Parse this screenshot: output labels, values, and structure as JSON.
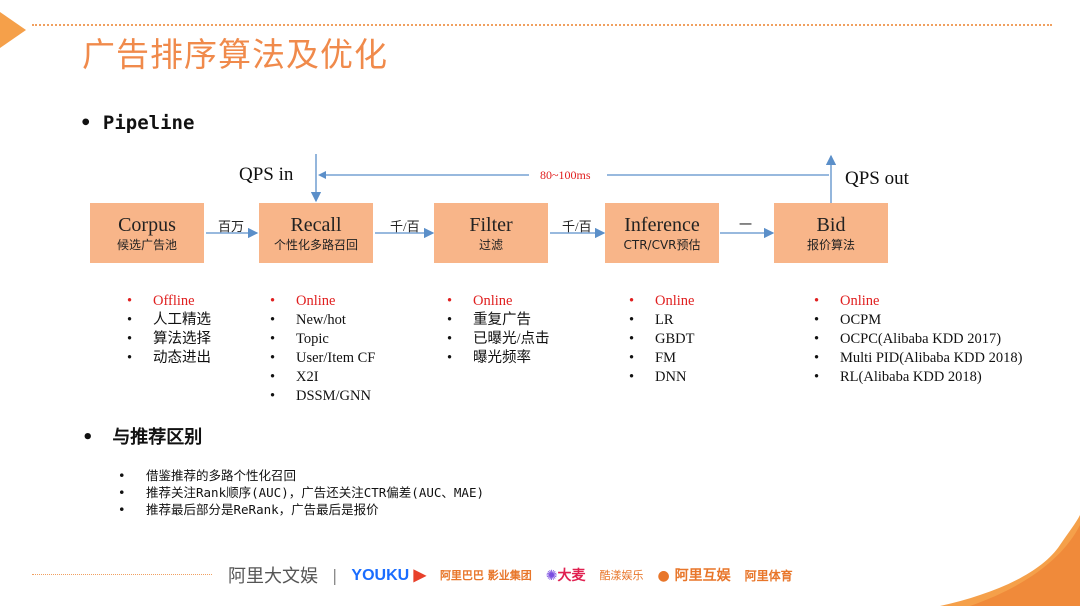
{
  "slide_title": "广告排序算法及优化",
  "pipeline_heading": "Pipeline",
  "qps_in": "QPS in",
  "qps_out": "QPS out",
  "latency": "80~100ms",
  "stages": [
    {
      "name": "Corpus",
      "sub": "候选广告池"
    },
    {
      "name": "Recall",
      "sub": "个性化多路召回"
    },
    {
      "name": "Filter",
      "sub": "过滤"
    },
    {
      "name": "Inference",
      "sub": "CTR/CVR预估"
    },
    {
      "name": "Bid",
      "sub": "报价算法"
    }
  ],
  "edge_labels": [
    "百万",
    "千/百",
    "千/百",
    "一"
  ],
  "lists": [
    [
      "Offline",
      "人工精选",
      "算法选择",
      "动态进出"
    ],
    [
      "Online",
      "New/hot",
      "Topic",
      "User/Item CF",
      "X2I",
      "DSSM/GNN"
    ],
    [
      "Online",
      "重复广告",
      "已曝光/点击",
      "曝光频率"
    ],
    [
      "Online",
      "LR",
      "GBDT",
      "FM",
      "DNN"
    ],
    [
      "Online",
      "OCPM",
      "OCPC(Alibaba KDD 2017)",
      "Multi PID(Alibaba KDD 2018)",
      "RL(Alibaba KDD 2018)"
    ]
  ],
  "diff_heading": "与推荐区别",
  "diff_items": [
    "借鉴推荐的多路个性化召回",
    "推荐关注Rank顺序(AUC)，广告还关注CTR偏差(AUC、MAE)",
    "推荐最后部分是ReRank，广告最后是报价"
  ],
  "footer": {
    "alibaba_wenyu": "阿里大文娱",
    "sep": "|",
    "youku": "YOUKU",
    "pictures": "阿里巴巴 影业集团",
    "damai": "大麦",
    "game": "酷漾娱乐",
    "huyu": "阿里互娱",
    "sports": "阿里体育"
  },
  "colors": {
    "accent": "#f08a4b",
    "stage_fill": "#f8b589",
    "online": "#e02020",
    "arrow": "#5b8fc9"
  }
}
